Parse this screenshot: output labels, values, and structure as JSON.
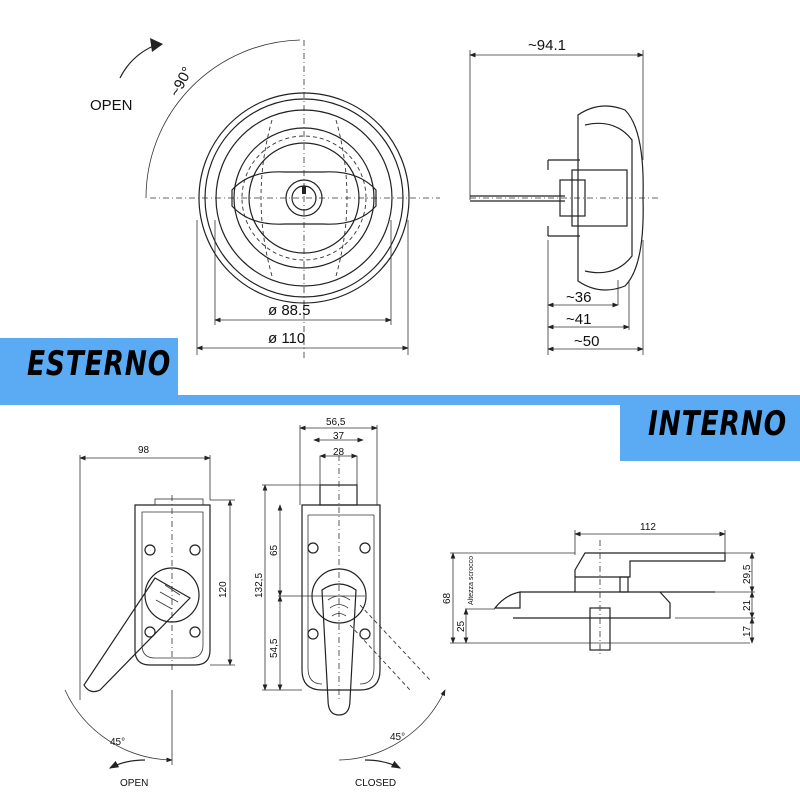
{
  "banners": {
    "external": "ESTERNO",
    "internal": "INTERNO"
  },
  "colors": {
    "banner": "#5aabf4",
    "line": "#222222"
  },
  "top_view": {
    "rotation_label": "OPEN",
    "rotation_angle": "~90°",
    "dim_inner_diameter": "ø 88.5",
    "dim_outer_diameter": "ø 110"
  },
  "top_side_view": {
    "dim_width": "~94.1",
    "dim_36": "~36",
    "dim_41": "~41",
    "dim_50": "~50"
  },
  "bottom_left_view": {
    "dim_width": "98",
    "dim_height": "120",
    "angle": "45°",
    "label": "OPEN"
  },
  "bottom_middle_view": {
    "dim_56_5": "56,5",
    "dim_37": "37",
    "dim_28": "28",
    "dim_132_5": "132,5",
    "dim_65": "65",
    "dim_54_5": "54,5",
    "angle": "45°",
    "label": "CLOSED"
  },
  "bottom_side_view": {
    "dim_112": "112",
    "dim_68": "68",
    "dim_25": "25",
    "dim_29_5": "29,5",
    "dim_21": "21",
    "dim_17": "17",
    "latch_height_label": "Altezza scrocco"
  }
}
